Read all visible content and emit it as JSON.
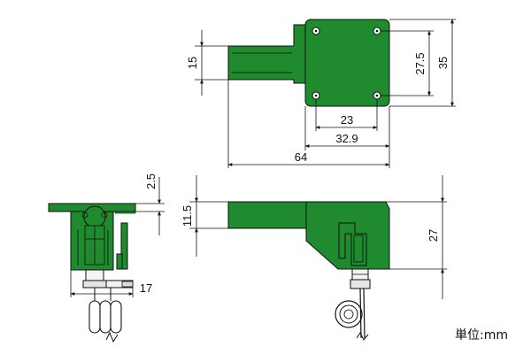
{
  "colors": {
    "part_green": "#1f8a2e",
    "part_dark": "#156b22",
    "line": "#111111",
    "background": "#ffffff"
  },
  "top_view": {
    "dims": {
      "width_15": "15",
      "height_27_5": "27.5",
      "height_35": "35",
      "span_23": "23",
      "span_32_9": "32.9",
      "length_64": "64"
    }
  },
  "side_view": {
    "dims": {
      "height_11_5": "11.5",
      "height_27": "27"
    }
  },
  "front_view": {
    "dims": {
      "thickness_2_5": "2.5",
      "width_17": "17"
    }
  },
  "unit_label": "単位:mm"
}
